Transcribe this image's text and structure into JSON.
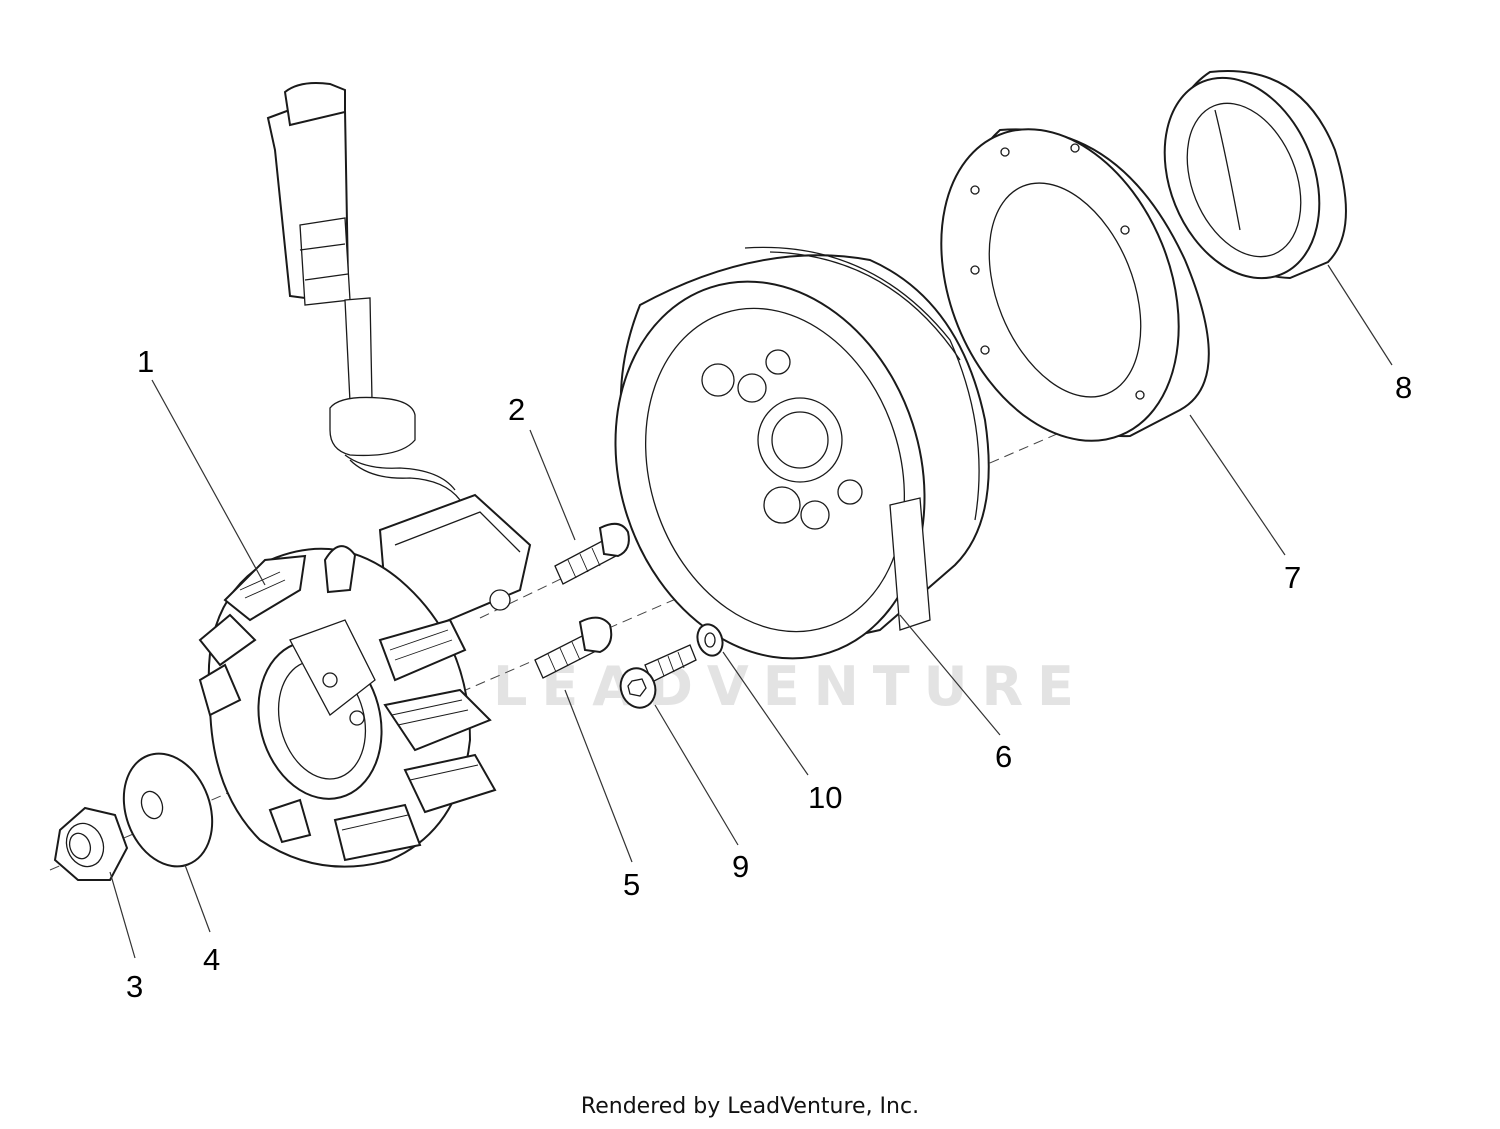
{
  "diagram": {
    "callouts": [
      "1",
      "2",
      "3",
      "4",
      "5",
      "6",
      "7",
      "8",
      "9",
      "10"
    ],
    "watermark": "LEADVENTURE",
    "footer": "Rendered by LeadVenture, Inc."
  }
}
